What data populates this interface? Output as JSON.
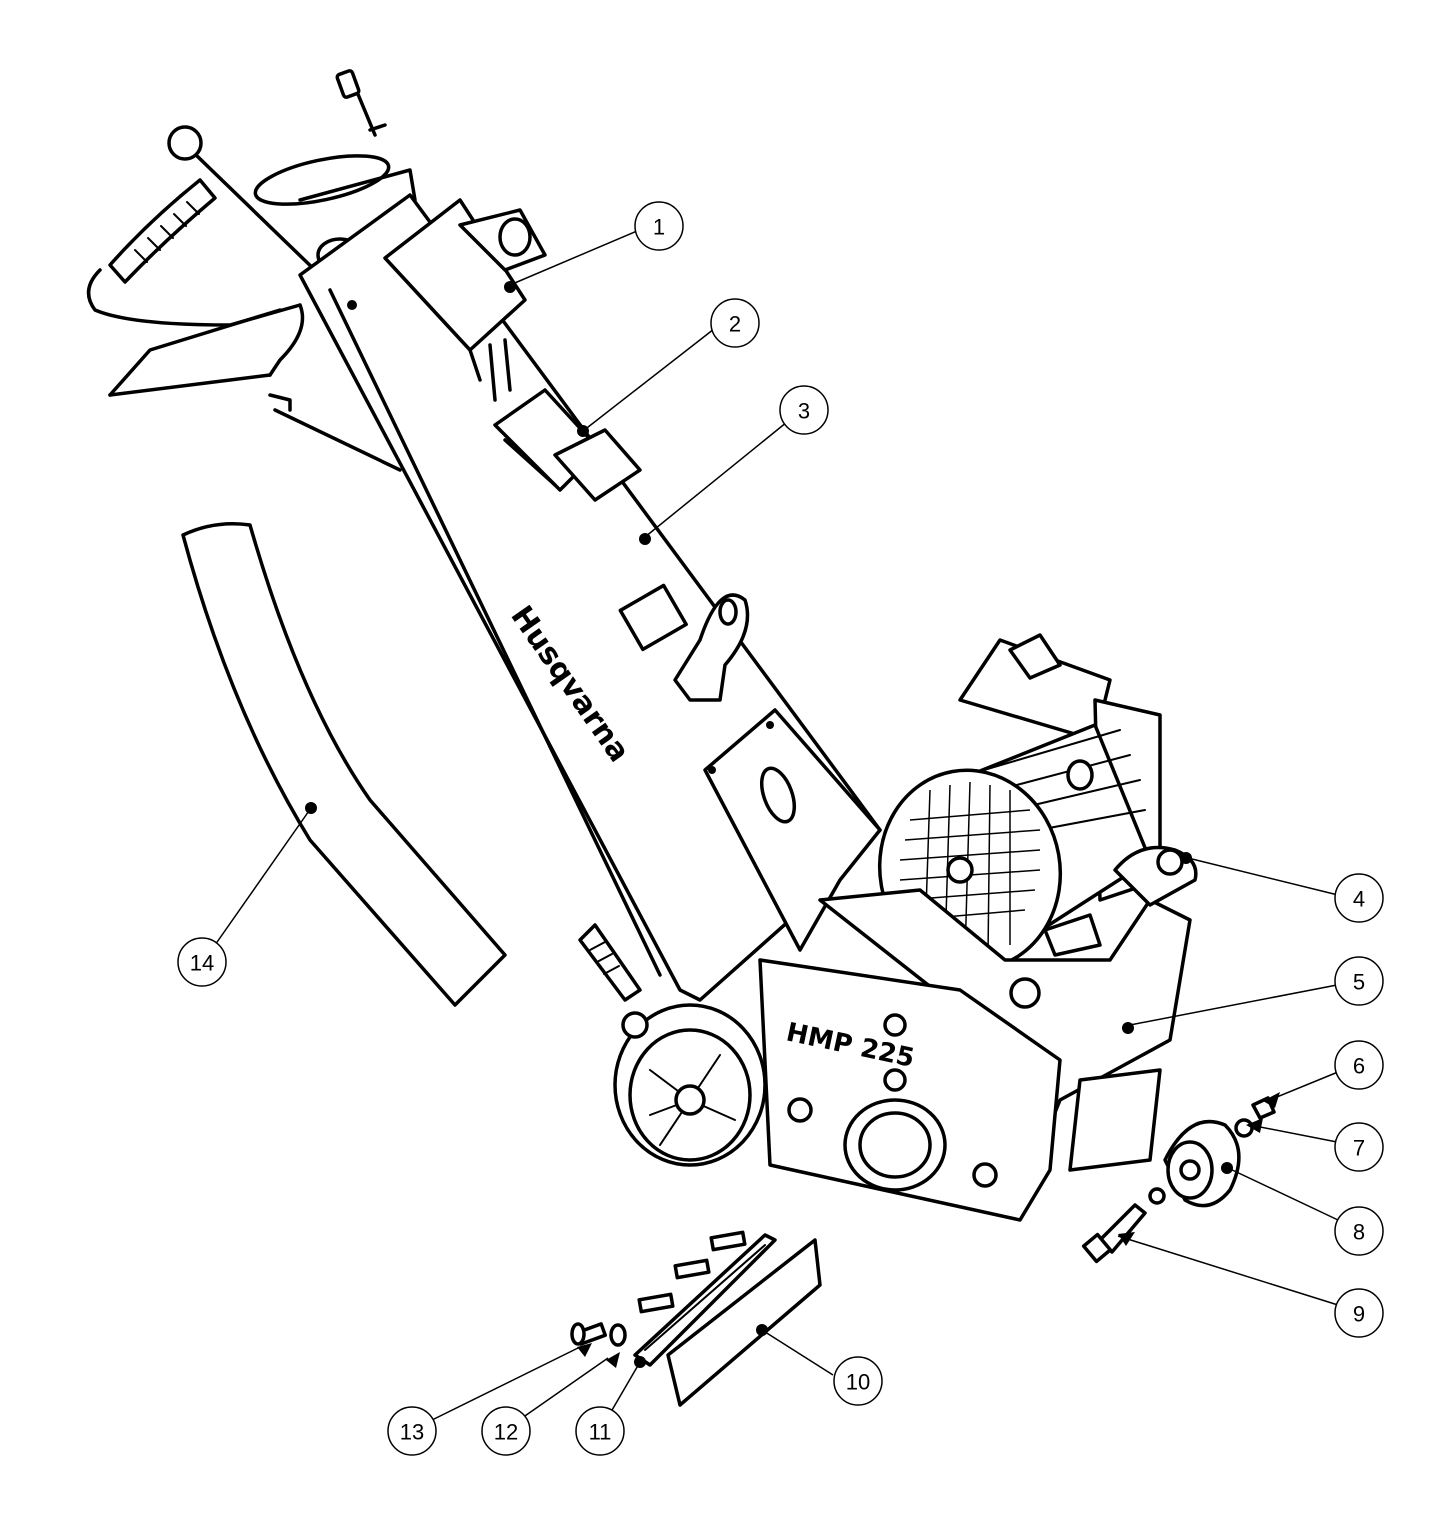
{
  "callouts": [
    {
      "id": "1",
      "label": "1"
    },
    {
      "id": "2",
      "label": "2"
    },
    {
      "id": "3",
      "label": "3"
    },
    {
      "id": "4",
      "label": "4"
    },
    {
      "id": "5",
      "label": "5"
    },
    {
      "id": "6",
      "label": "6"
    },
    {
      "id": "7",
      "label": "7"
    },
    {
      "id": "8",
      "label": "8"
    },
    {
      "id": "9",
      "label": "9"
    },
    {
      "id": "10",
      "label": "10"
    },
    {
      "id": "11",
      "label": "11"
    },
    {
      "id": "12",
      "label": "12"
    },
    {
      "id": "13",
      "label": "13"
    },
    {
      "id": "14",
      "label": "14"
    }
  ],
  "branding": {
    "frame_logo": "Husqvarna",
    "housing_model": "HMP 225"
  },
  "colors": {
    "line": "#000000",
    "background": "#ffffff"
  }
}
